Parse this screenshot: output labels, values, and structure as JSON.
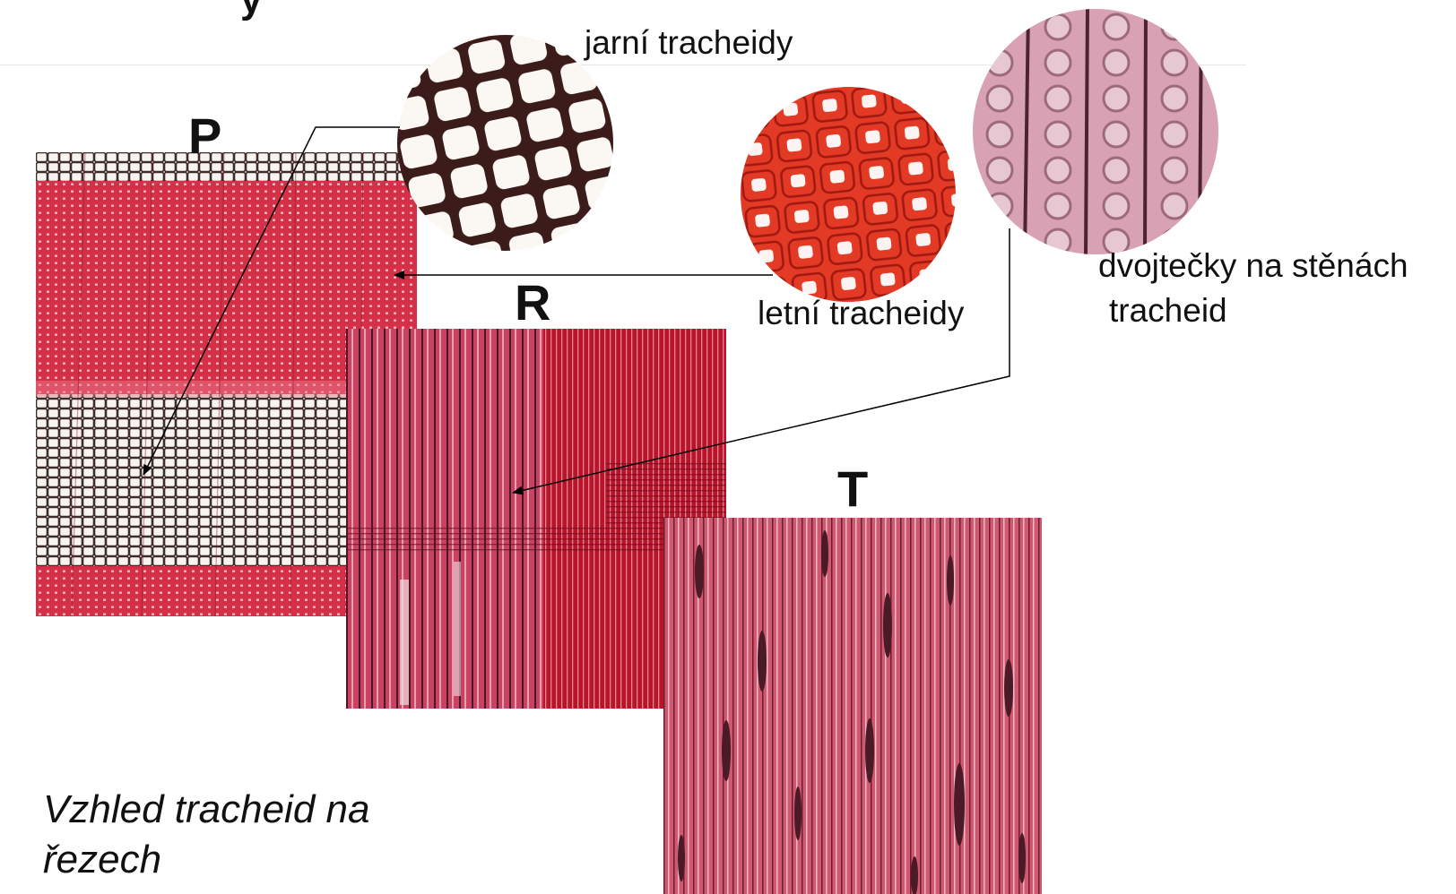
{
  "header_fragment": "y",
  "labels": {
    "jarni": "jarní tracheidy",
    "letni": "letní tracheidy",
    "dvojtecky_line1": "dvojtečky na stěnách",
    "dvojtecky_line2": "tracheid"
  },
  "section_letters": {
    "p": "P",
    "r": "R",
    "t": "T"
  },
  "caption": {
    "line1": "Vzhled tracheid na",
    "line2": "řezech"
  },
  "colors": {
    "tissue_red": "#d8344a",
    "tissue_dark": "#8a1428",
    "earlywood_white": "#f6f1ee",
    "cell_wall": "#3a2624",
    "latewood_orange": "#e8402c",
    "pit_pink": "#d9a0b0",
    "arrow": "#000000"
  }
}
